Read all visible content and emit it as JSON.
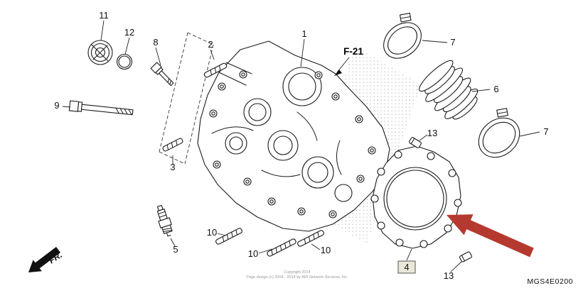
{
  "diagram": {
    "code": "MGS4E0200",
    "figure_ref": "F-21",
    "fr_label": "FR.",
    "footer": {
      "line1": "Copyright 2014",
      "line2": "Page design (c) 2004 - 2014 by ARI Network Services, Inc."
    },
    "colors": {
      "line": "#1a1a1a",
      "arrow_red": "#b6392f",
      "label4_box_bg": "#e9e7d8"
    },
    "callouts": [
      {
        "text": "11"
      },
      {
        "text": "12"
      },
      {
        "text": "8"
      },
      {
        "text": "9"
      },
      {
        "text": "2"
      },
      {
        "text": "1"
      },
      {
        "text": "7"
      },
      {
        "text": "6"
      },
      {
        "text": "7"
      },
      {
        "text": "13"
      },
      {
        "text": "3"
      },
      {
        "text": "5"
      },
      {
        "text": "10"
      },
      {
        "text": "10"
      },
      {
        "text": "10"
      },
      {
        "text": "4"
      },
      {
        "text": "13"
      }
    ]
  }
}
